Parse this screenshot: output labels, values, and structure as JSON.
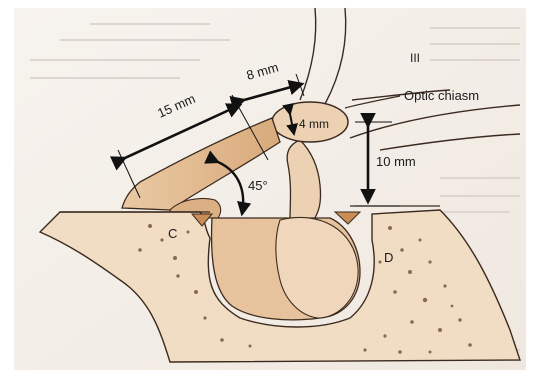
{
  "labels": {
    "roman_three": "III",
    "optic_chiasm": "Optic chiasm",
    "dim_15": "15 mm",
    "dim_8": "8 mm",
    "dim_4": "4 mm",
    "dim_10": "10 mm",
    "angle": "45°",
    "letter_c": "C",
    "letter_d": "D"
  },
  "colors": {
    "background_paper": "#f4efe9",
    "tissue_fill": "#e6c39c",
    "tissue_dark": "#d9ad7f",
    "bone_fill": "#f1dcc4",
    "bone_dots": "#8b6a4a",
    "outline": "#3b2a1f",
    "arrow": "#111111"
  }
}
